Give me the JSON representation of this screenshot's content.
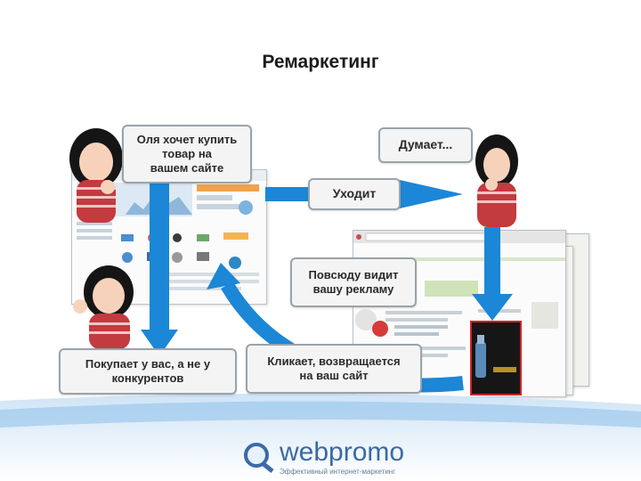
{
  "title": "Ремаркетинг",
  "steps": {
    "wants_to_buy": "Оля хочет купить\nтовар на\nвашем сайте",
    "thinks": "Думает...",
    "leaves": "Уходит",
    "sees_ads": "Повсюду видит\nвашу рекламу",
    "clicks_returns": "Кликает, возвращается\nна ваш сайт",
    "buys": "Покупает у вас, а не у\nконкурентов"
  },
  "logo": {
    "name": "webpromo",
    "tagline": "Эффективный интернет-маркетинг"
  },
  "colors": {
    "arrow": "#1b87d6",
    "logo": "#3b6aa5",
    "ad_border": "#d22323",
    "footer_wave": "#8cc0ea"
  }
}
